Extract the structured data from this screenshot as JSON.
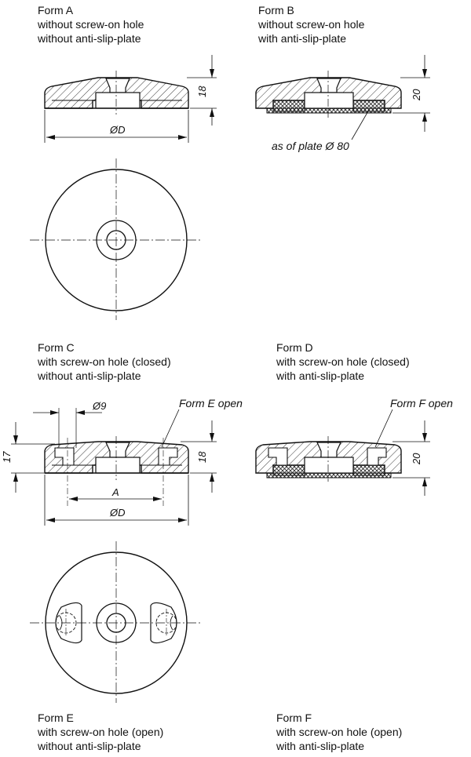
{
  "forms": {
    "a": {
      "name": "Form A",
      "line1": "without screw-on hole",
      "line2": "without anti-slip-plate"
    },
    "b": {
      "name": "Form B",
      "line1": "without screw-on hole",
      "line2": "with anti-slip-plate"
    },
    "c": {
      "name": "Form C",
      "line1": "with screw-on hole (closed)",
      "line2": "without anti-slip-plate"
    },
    "d": {
      "name": "Form D",
      "line1": "with screw-on hole (closed)",
      "line2": "with anti-slip-plate"
    },
    "e": {
      "name": "Form E",
      "line1": "with screw-on hole (open)",
      "line2": "without anti-slip-plate"
    },
    "f": {
      "name": "Form F",
      "line1": "with screw-on hole (open)",
      "line2": "with anti-slip-plate"
    }
  },
  "dimensions": {
    "height_a": "18",
    "diameter_d": "ØD",
    "height_b": "20",
    "plate_note": "as of plate Ø 80",
    "hole_dia": "Ø9",
    "open_e": "Form E open",
    "height_c_left": "17",
    "height_c_right": "18",
    "spacing_a": "A",
    "diameter_d_c": "ØD",
    "open_f": "Form F open",
    "height_d": "20"
  }
}
